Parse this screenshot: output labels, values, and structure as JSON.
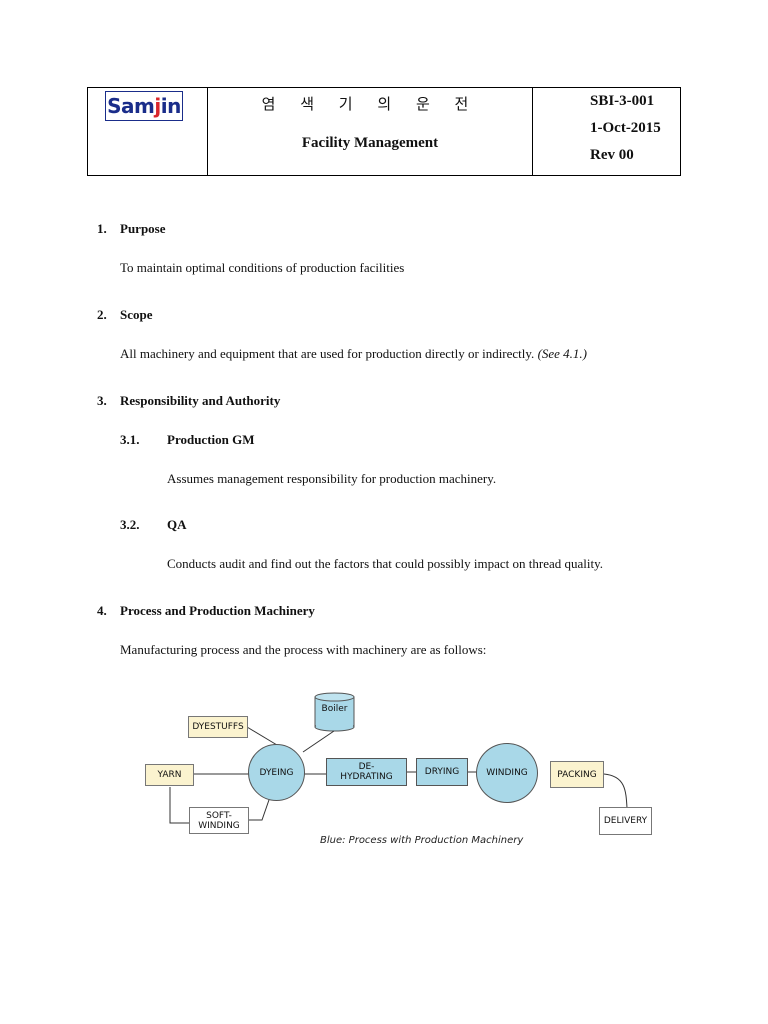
{
  "header": {
    "logo": {
      "text_a": "Sam",
      "text_b": "j",
      "text_c": "in"
    },
    "title_korean": "염 색 기 의 운 전",
    "title_english": "Facility Management",
    "doc_code": "SBI-3-001",
    "date": "1-Oct-2015",
    "revision": "Rev 00"
  },
  "sections": {
    "s1": {
      "num": "1.",
      "title": "Purpose",
      "body": "To maintain optimal conditions of production facilities"
    },
    "s2": {
      "num": "2.",
      "title": "Scope",
      "body": "All machinery and equipment that are used for production directly or indirectly.",
      "ref": "(See 4.1.)"
    },
    "s3": {
      "num": "3.",
      "title": "Responsibility and Authority",
      "sub1": {
        "num": "3.1.",
        "title": "Production GM",
        "body": "Assumes management responsibility for production machinery."
      },
      "sub2": {
        "num": "3.2.",
        "title": "QA",
        "body": "Conducts audit and find out the factors that could possibly impact on thread quality."
      }
    },
    "s4": {
      "num": "4.",
      "title": "Process and Production Machinery",
      "body": "Manufacturing process and the process with machinery are as follows:"
    }
  },
  "diagram": {
    "boiler": "Boiler",
    "dyestuffs": "DYESTUFFS",
    "yarn": "YARN",
    "dyeing": "DYEING",
    "dehydrating_1": "DE-",
    "dehydrating_2": "HYDRATING",
    "drying": "DRYING",
    "winding": "WINDING",
    "packing": "PACKING",
    "soft_winding_1": "SOFT-",
    "soft_winding_2": "WINDING",
    "delivery": "DELIVERY",
    "caption": "Blue: Process with Production Machinery",
    "colors": {
      "machinery": "#a9d8e8",
      "material": "#fbf3cf",
      "other": "#ffffff"
    }
  }
}
